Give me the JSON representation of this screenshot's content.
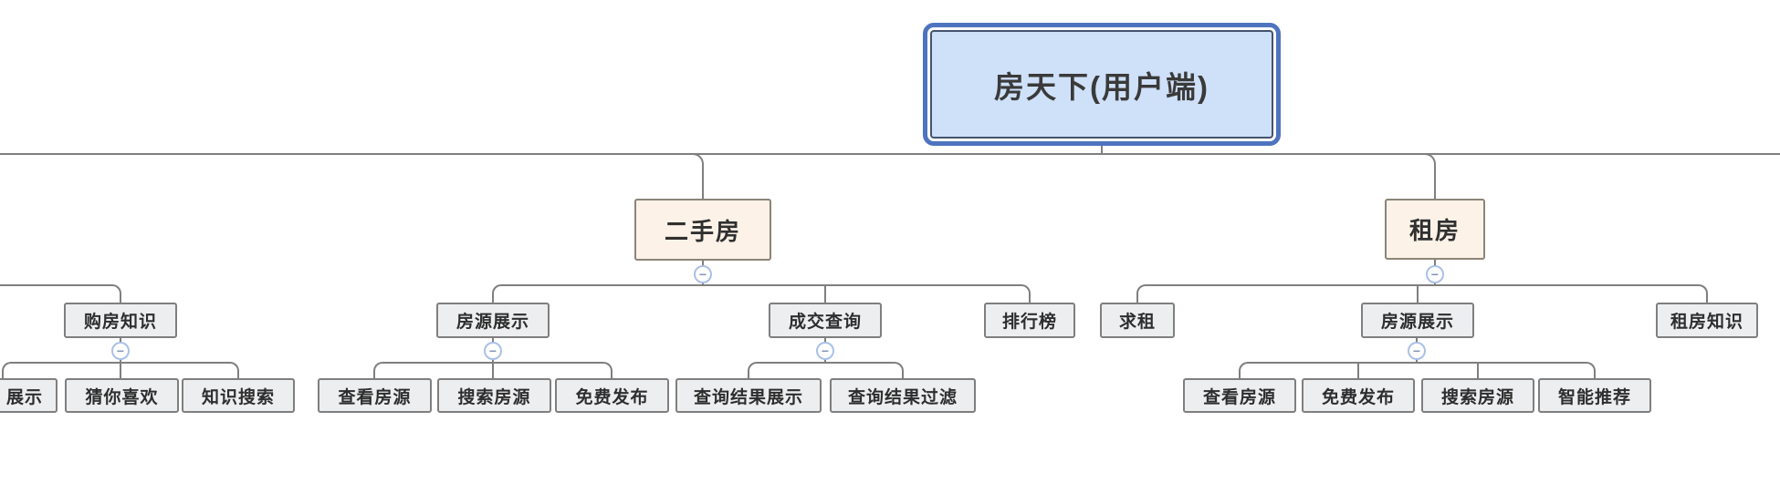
{
  "app": "mind-map structure chart",
  "icons": {
    "collapse_glyph": "−"
  },
  "colors": {
    "background": "#ffffff",
    "connector_line": "#7f7f7f",
    "root_fill": "#cfe0f9",
    "root_selection_ring": "#4e74bf",
    "root_border": "#44536e",
    "branch_fill": "#fcf2e8",
    "branch_border": "#8c8478",
    "topic_fill": "#edeef0",
    "topic_border": "#7f7f7f",
    "collapse_ring": "#aac0e8",
    "collapse_glyph": "#8296b8",
    "text": "#303030"
  },
  "nodes": {
    "root": {
      "label": "房天下(用户端)"
    },
    "secondhand": {
      "label": "二手房"
    },
    "rent": {
      "label": "租房"
    },
    "buy_knowledge": {
      "label": "购房知识"
    },
    "sh_listing": {
      "label": "房源展示"
    },
    "deal_query": {
      "label": "成交查询"
    },
    "ranking": {
      "label": "排行榜"
    },
    "seek_rent": {
      "label": "求租"
    },
    "rent_listing": {
      "label": "房源展示"
    },
    "rent_knowledge": {
      "label": "租房知识"
    },
    "zhanshi_partial": {
      "label": "展示"
    },
    "guess_like": {
      "label": "猜你喜欢"
    },
    "knowledge_search": {
      "label": "知识搜索"
    },
    "sh_view": {
      "label": "查看房源"
    },
    "sh_search": {
      "label": "搜索房源"
    },
    "sh_publish": {
      "label": "免费发布"
    },
    "result_display": {
      "label": "查询结果展示"
    },
    "result_filter": {
      "label": "查询结果过滤"
    },
    "rent_view": {
      "label": "查看房源"
    },
    "rent_publish": {
      "label": "免费发布"
    },
    "rent_search": {
      "label": "搜索房源"
    },
    "smart_rec": {
      "label": "智能推荐"
    }
  },
  "hierarchy": {
    "房天下(用户端)": {
      "二手房": {
        "房源展示": [
          "查看房源",
          "搜索房源",
          "免费发布"
        ],
        "成交查询": [
          "查询结果展示",
          "查询结果过滤"
        ],
        "排行榜": []
      },
      "租房": {
        "求租": [],
        "房源展示": [
          "查看房源",
          "免费发布",
          "搜索房源",
          "智能推荐"
        ],
        "租房知识": []
      },
      "offscreen-left-branch": {
        "购房知识": [
          "展示",
          "猜你喜欢",
          "知识搜索"
        ]
      }
    }
  }
}
